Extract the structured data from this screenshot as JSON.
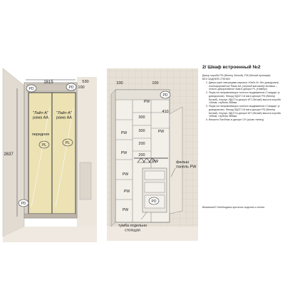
{
  "left": {
    "dim_width": "1615",
    "dim_height": "2637",
    "dim_530": "530",
    "dim_100": "100",
    "door_label_left": "\"Лайт-А\"\nрама АА",
    "door_label_right": "\"Лайт-А\"\nрама АА",
    "front_label": "передняя",
    "pd": "PD",
    "pl": "PL"
  },
  "right": {
    "dim_330": "330",
    "dim_100": "100",
    "dim_410": "410",
    "dim_300a": "300",
    "dim_300b": "300",
    "dim_200a": "200",
    "dim_200b": "200",
    "pw": "PW",
    "pd": "PD",
    "facade_label": "фальш\nпанель PW",
    "stand_label": "тумба отдельно\nстоящая"
  },
  "notes": {
    "title": "2/ Шкаф встроенный №2",
    "intro": [
      "Декор короба PD (Венеңг Белый), PW (белый премиум)",
      "БЕЗ ЗАДНЕЙ СТЕНКИ"
    ],
    "items": [
      "Двери-купе матрицами каркаса «Лайт-А» без доводчика) полноформатное Рама АА (черный матовый)/ вставка – стекло декоративное 4мм в декоре PL (Нимбус)",
      "Ящик на направляющих полного выдвижения Стандарт (с доводчиком). Фасад ЛДСП 16 мм в декоре PD (Венеңг Белый). Корпус ЛДСП в декоре WT (белый) высота короба 140мм, глубина 385мм.",
      "Ящик на направляющих полного выдвижения Стандарт (с доводчиком). Фасад ЛДСП 16 мм в декоре PD (Венеңг Белый). Корпус ЛДСП в декоре WT (белый) высота короба 190мм, глубина 385мм.",
      "Вешало ПанЛюкс в декоре CH (хром глянец)"
    ],
    "warning": "Внимание!!! Необходимо критично подгоню к стенке."
  }
}
